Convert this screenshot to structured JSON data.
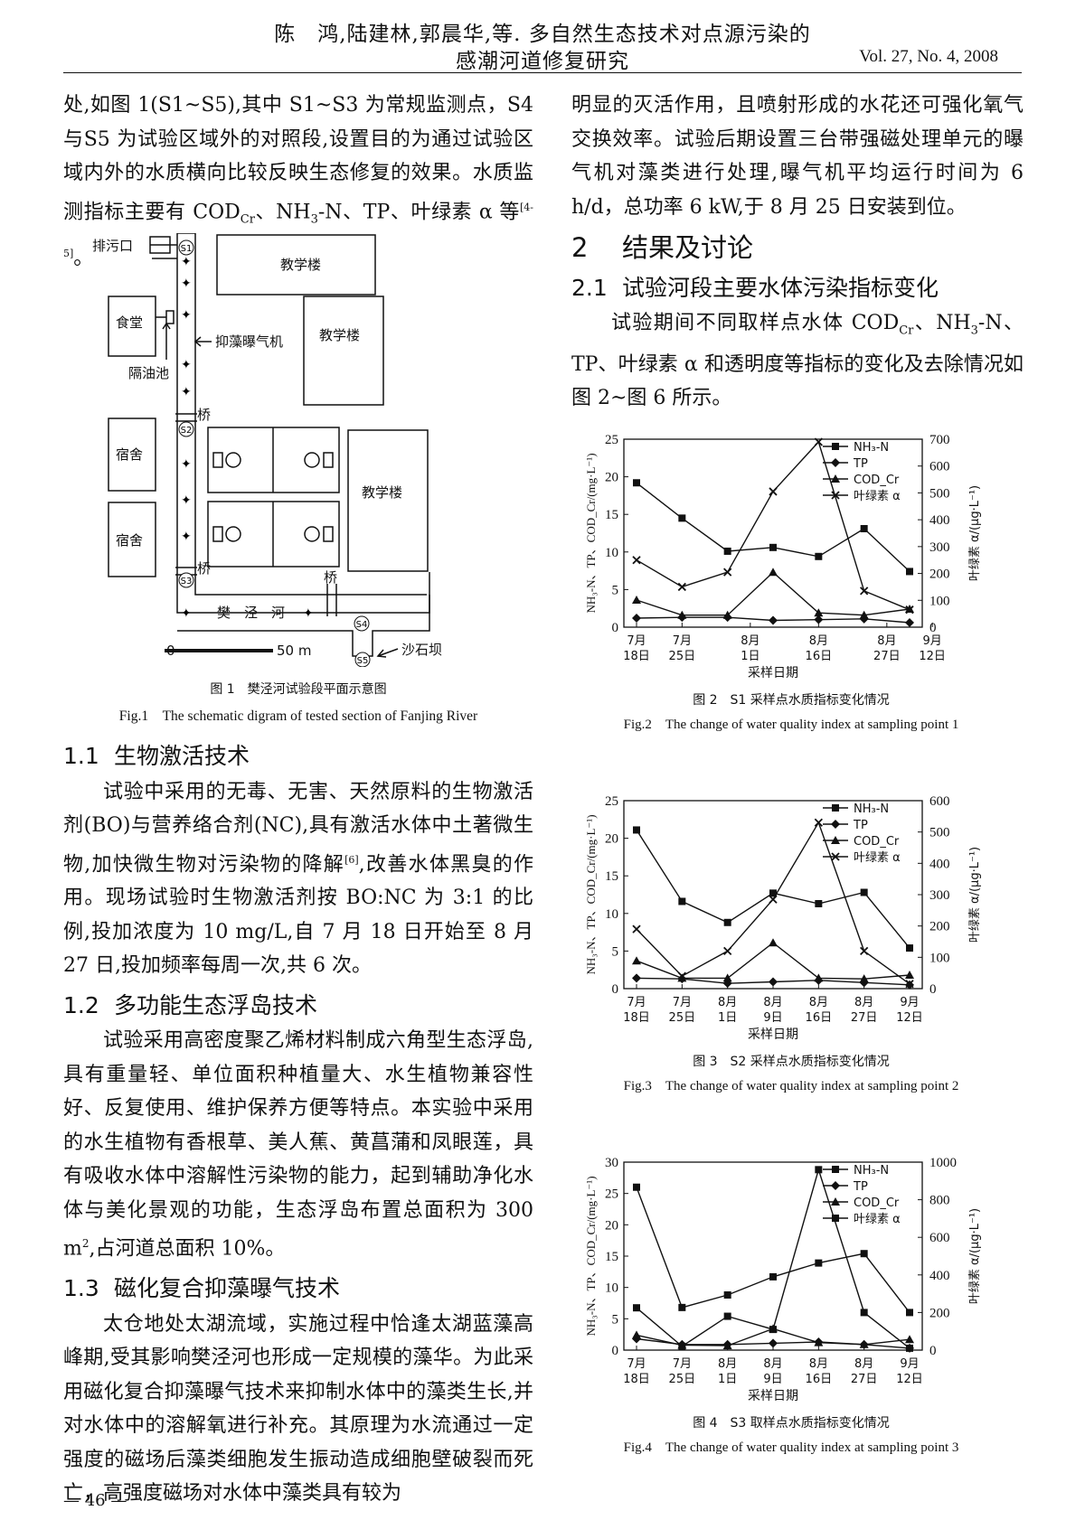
{
  "header": {
    "line1": "陈　鸿,陆建林,郭晨华,等. 多自然生态技术对点源污染的",
    "line2": "感潮河道修复研究",
    "volume": "Vol. 27, No. 4, 2008"
  },
  "left": {
    "intro_lines": [
      "处,如图 1(S1~S5),其中 S1~S3 为常规监测点，S4 与",
      "S5 为试验区域外的对照段,设置目的为通过试验区",
      "域内外的水质横向比较反映生态修复的效果。水质",
      "监测指标主要有 COD",
      "Cr",
      "、NH",
      "3",
      "-N、TP、叶绿素 α 等",
      "[4-5]",
      "。"
    ],
    "fig1": {
      "labels": {
        "outlet": "排污口",
        "building1": "教学楼",
        "canteen": "食堂",
        "building2": "教学楼",
        "aerator": "抑藻曝气机",
        "oil_tank": "隔油池",
        "bridge1": "桥",
        "dorm1": "宿舍",
        "building3": "教学楼",
        "dorm2": "宿舍",
        "bridge2": "桥",
        "bridge3": "桥",
        "river": "樊　泾　河",
        "scale_0": "0",
        "scale_50": "50 m",
        "dam": "沙石坝",
        "s1": "S1",
        "s2": "S2",
        "s3": "S3",
        "s4": "S4",
        "s5": "S5"
      },
      "caption_cn": "图 1　樊泾河试验段平面示意图",
      "caption_en": "Fig.1　The schematic digram of tested section of Fanjing River"
    },
    "s11_num": "1.1",
    "s11_title": "生物激活技术",
    "s11_text": "试验中采用的无毒、无害、天然原料的生物激活剂(BO)与营养络合剂(NC),具有激活水体中土著微生物,加快微生物对污染物的降解",
    "s11_ref": "[6]",
    "s11_text2": ",改善水体黑臭的作用。现场试验时生物激活剂按 BO:NC 为 3:1 的比例,投加浓度为 10 mg/L,自 7 月 18 日开始至 8 月 27 日,投加频率每周一次,共 6 次。",
    "s12_num": "1.2",
    "s12_title": "多功能生态浮岛技术",
    "s12_text": "试验采用高密度聚乙烯材料制成六角型生态浮岛,具有重量轻、单位面积种植量大、水生植物兼容性好、反复使用、维护保养方便等特点。本实验中采用的水生植物有香根草、美人蕉、黄菖蒲和凤眼莲，具有吸收水体中溶解性污染物的能力，起到辅助净化水体与美化景观的功能，生态浮岛布置总面积为 300 m",
    "s12_sup": "2",
    "s12_text2": ",占河道总面积 10%。",
    "s13_num": "1.3",
    "s13_title": "磁化复合抑藻曝气技术",
    "s13_text": "太仓地处太湖流域，实施过程中恰逢太湖蓝藻高峰期,受其影响樊泾河也形成一定规模的藻华。为此采用磁化复合抑藻曝气技术来抑制水体中的藻类生长,并对水体中的溶解氧进行补充。其原理为水流通过一定强度的磁场后藻类细胞发生振动造成细胞壁破裂而死亡，高强度磁场对水体中藻类具有较为"
  },
  "right": {
    "top_text": "明显的灭活作用，且喷射形成的水花还可强化氧气交换效率。试验后期设置三台带强磁处理单元的曝气机对藻类进行处理,曝气机平均运行时间为 6 h/d，总功率 6 kW,于 8 月 25 日安装到位。",
    "s2_num": "2",
    "s2_title": "结果及讨论",
    "s21_num": "2.1",
    "s21_title": "试验河段主要水体污染指标变化",
    "s21_text_a": "试验期间不同取样点水体 COD",
    "s21_sub_cr": "Cr",
    "s21_text_b": "、NH",
    "s21_sub_3": "3",
    "s21_text_c": "-N、TP、叶绿素 α 和透明度等指标的变化及去除情况如图 2~图 6 所示。"
  },
  "chart_data": [
    {
      "type": "line",
      "title": "图 2　S1 采样点水质指标变化情况",
      "subtitle": "Fig.2　The change of water quality index at sampling point 1",
      "xlabel": "采样日期",
      "ylabel": "NH₃-N、TP、COD_Cr/(mg·L⁻¹)",
      "y2label": "叶绿素 α/(μg·L⁻¹)",
      "categories": [
        "7月\n18日",
        "7月\n25日",
        "8月\n1日",
        "8月\n16日",
        "8月\n27日",
        "9月\n12日"
      ],
      "x": [
        0,
        1,
        2,
        3,
        4,
        5,
        6,
        7
      ],
      "xtick_positions": [
        0,
        1,
        2.5,
        4,
        5.5,
        6.5
      ],
      "ylim": [
        0,
        25
      ],
      "y2lim": [
        0,
        700
      ],
      "yticks": [
        0,
        5,
        10,
        15,
        20,
        25
      ],
      "y2ticks": [
        0,
        100,
        200,
        300,
        400,
        500,
        600,
        700
      ],
      "series": [
        {
          "name": "NH₃-N",
          "axis": "left",
          "marker": "square",
          "x": [
            0,
            1,
            2,
            3,
            4,
            5,
            6
          ],
          "values": [
            19.2,
            14.5,
            10.1,
            10.6,
            9.4,
            13.1,
            7.4
          ]
        },
        {
          "name": "TP",
          "axis": "left",
          "marker": "diamond",
          "x": [
            0,
            1,
            2,
            3,
            4,
            5,
            6
          ],
          "values": [
            1.2,
            1.3,
            1.3,
            0.9,
            1.0,
            1.1,
            0.6
          ]
        },
        {
          "name": "COD_Cr",
          "axis": "left",
          "marker": "triangle",
          "x": [
            0,
            1,
            2,
            3,
            4,
            5,
            6
          ],
          "values": [
            3.6,
            1.6,
            1.6,
            7.3,
            1.9,
            1.6,
            2.4
          ]
        },
        {
          "name": "叶绿素 α",
          "axis": "right",
          "marker": "cross",
          "x": [
            0,
            1,
            2,
            3,
            4,
            5,
            6
          ],
          "values": [
            250,
            150,
            205,
            505,
            690,
            135,
            65
          ]
        }
      ],
      "legend": "top-right"
    },
    {
      "type": "line",
      "title": "图 3　S2 采样点水质指标变化情况",
      "subtitle": "Fig.3　The change of water quality index at sampling point 2",
      "xlabel": "采样日期",
      "ylabel": "NH₃-N、TP、COD_Cr/(mg·L⁻¹)",
      "y2label": "叶绿素 α/(μg·L⁻¹)",
      "categories": [
        "7月\n18日",
        "7月\n25日",
        "8月\n1日",
        "8月\n9日",
        "8月\n16日",
        "8月\n27日",
        "9月\n12日"
      ],
      "xtick_positions": [
        0,
        1,
        2,
        3,
        4,
        5,
        6
      ],
      "ylim": [
        0,
        25
      ],
      "y2lim": [
        0,
        600
      ],
      "yticks": [
        0,
        5,
        10,
        15,
        20,
        25
      ],
      "y2ticks": [
        0,
        100,
        200,
        300,
        400,
        500,
        600
      ],
      "series": [
        {
          "name": "NH₃-N",
          "axis": "left",
          "marker": "square",
          "x": [
            0,
            1,
            2,
            3,
            4,
            5,
            6
          ],
          "values": [
            21.1,
            11.6,
            8.8,
            12.7,
            11.3,
            12.8,
            5.4
          ]
        },
        {
          "name": "TP",
          "axis": "left",
          "marker": "diamond",
          "x": [
            0,
            1,
            2,
            3,
            4,
            5,
            6
          ],
          "values": [
            1.4,
            1.3,
            0.7,
            0.9,
            1.1,
            0.8,
            0.5
          ]
        },
        {
          "name": "COD_Cr",
          "axis": "left",
          "marker": "triangle",
          "x": [
            0,
            1,
            2,
            3,
            4,
            5,
            6
          ],
          "values": [
            3.7,
            1.4,
            1.4,
            6.1,
            1.4,
            1.3,
            1.8
          ]
        },
        {
          "name": "叶绿素 α",
          "axis": "right",
          "marker": "cross",
          "x": [
            0,
            1,
            2,
            3,
            4,
            5,
            6
          ],
          "values": [
            190,
            40,
            120,
            285,
            530,
            120,
            15
          ]
        }
      ],
      "legend": "top-right"
    },
    {
      "type": "line",
      "title": "图 4　S3 取样点水质指标变化情况",
      "subtitle": "Fig.4　The change of water quality index at sampling point 3",
      "xlabel": "采样日期",
      "ylabel": "NH₃-N、TP、COD_Cr/(mg·L⁻¹)",
      "y2label": "叶绿素 α/(μg·L⁻¹)",
      "categories": [
        "7月\n18日",
        "7月\n25日",
        "8月\n1日",
        "8月\n9日",
        "8月\n16日",
        "8月\n27日",
        "9月\n12日"
      ],
      "xtick_positions": [
        0,
        1,
        2,
        3,
        4,
        5,
        6
      ],
      "ylim": [
        0,
        30
      ],
      "y2lim": [
        0,
        1000
      ],
      "yticks": [
        0,
        5,
        10,
        15,
        20,
        25,
        30
      ],
      "y2ticks": [
        0,
        200,
        400,
        600,
        800,
        1000
      ],
      "series": [
        {
          "name": "NH₃-N",
          "axis": "left",
          "marker": "square",
          "x": [
            0,
            1,
            2,
            3,
            4,
            5,
            6
          ],
          "values": [
            26.0,
            6.8,
            8.8,
            11.7,
            13.9,
            15.4,
            6.0
          ]
        },
        {
          "name": "TP",
          "axis": "left",
          "marker": "diamond",
          "x": [
            0,
            1,
            2,
            3,
            4,
            5,
            6
          ],
          "values": [
            1.8,
            0.9,
            0.9,
            1.1,
            1.3,
            0.9,
            0.3
          ]
        },
        {
          "name": "COD_Cr",
          "axis": "left",
          "marker": "triangle",
          "x": [
            0,
            1,
            2,
            3,
            4,
            5,
            6
          ],
          "values": [
            2.4,
            0.8,
            0.7,
            3.4,
            1.2,
            0.9,
            1.7
          ]
        },
        {
          "name": "叶绿素 α",
          "axis": "right",
          "marker": "square",
          "x": [
            0,
            1,
            2,
            3,
            4,
            5,
            6
          ],
          "values": [
            225,
            20,
            180,
            110,
            960,
            200,
            10
          ]
        }
      ],
      "legend": "top-right"
    }
  ],
  "footer": {
    "page": "— 46 —"
  }
}
